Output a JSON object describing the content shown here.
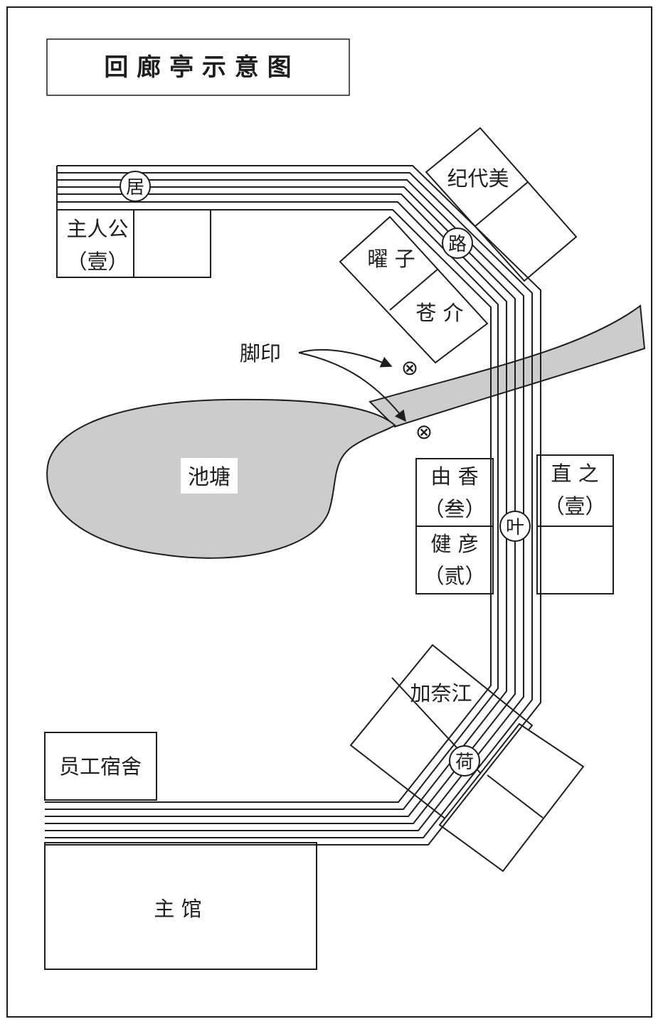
{
  "title": "回 廊 亭 示 意 图",
  "pond_label": "池塘",
  "footprint_label": "脚印",
  "footprint_symbol": "⊗",
  "markers": {
    "ju": "居",
    "lu": "路",
    "ye": "叶",
    "he": "荷"
  },
  "rooms": {
    "zhurengong": [
      "主人公",
      "（壹）"
    ],
    "jidaimei": "纪代美",
    "yaozi": "曜 子",
    "cangjie": "苍 介",
    "youxiang": [
      "由 香",
      "（叁）"
    ],
    "jianyan": [
      "健 彦",
      "（贰）"
    ],
    "zhizhi": [
      "直 之",
      "（壹）"
    ],
    "jianaijiang": "加奈江",
    "yuangong": "员工宿舍",
    "zhuguan": "主  馆"
  },
  "colors": {
    "line": "#1e1e1e",
    "pond": "#cccccc",
    "paper": "#ffffff"
  }
}
